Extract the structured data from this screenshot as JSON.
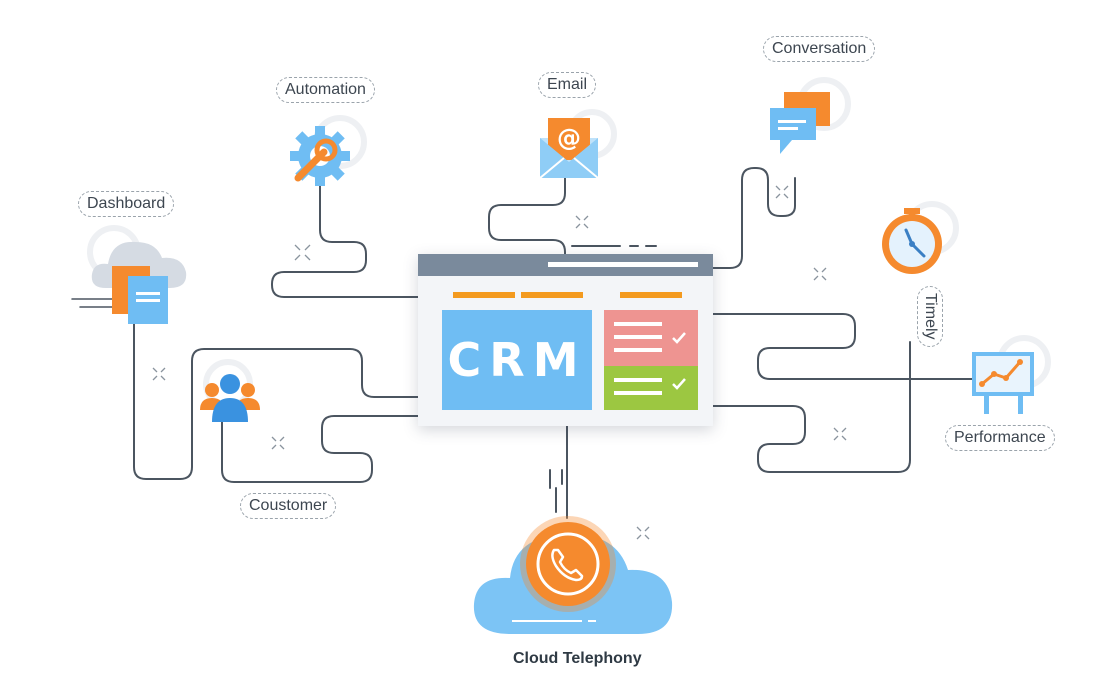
{
  "labels": {
    "automation": "Automation",
    "email": "Email",
    "conversation": "Conversation",
    "dashboard": "Dashboard",
    "timely": "Timely",
    "performance": "Performance",
    "coustomer": "Coustomer",
    "cloud_telephony": "Cloud Telephony"
  },
  "crm": {
    "title": "CRM"
  },
  "colors": {
    "line": "#4b5560",
    "orange": "#f58a2e",
    "blue": "#6fbdf3",
    "red_panel": "#ee9491",
    "green_panel": "#9cc741",
    "titlebar": "#7a8a9c"
  },
  "icons": {
    "automation": "gear-wrench-icon",
    "email": "email-envelope-icon",
    "conversation": "chat-bubbles-icon",
    "dashboard": "cloud-documents-icon",
    "timely": "stopwatch-icon",
    "performance": "chart-easel-icon",
    "coustomer": "users-group-icon",
    "cloud_telephony": "phone-cloud-icon"
  }
}
